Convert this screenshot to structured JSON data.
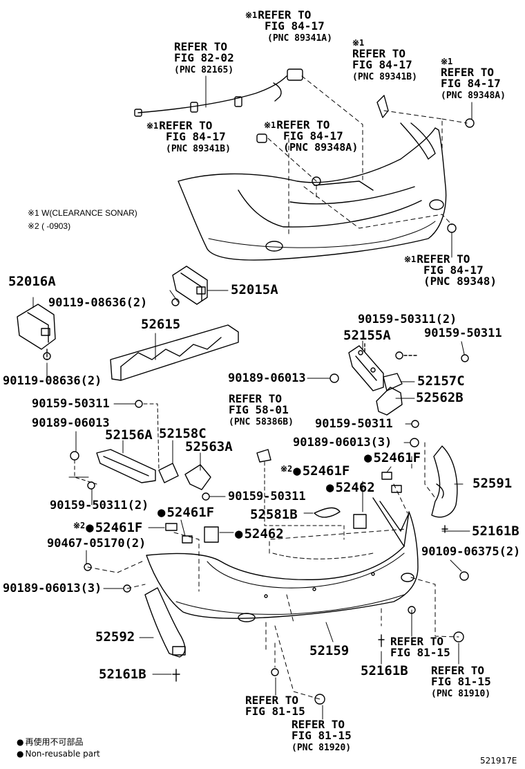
{
  "refs": {
    "r1": {
      "line1": "REFER TO",
      "line2": "FIG 84-17",
      "line3": "(PNC 89341A)"
    },
    "r2": {
      "line1": "REFER TO",
      "line2": "FIG 82-02",
      "line3": "(PNC 82165)"
    },
    "r3": {
      "line1": "REFER TO",
      "line2": "FIG 84-17",
      "line3": "(PNC 89341B)"
    },
    "r4": {
      "line1": "REFER TO",
      "line2": "FIG 84-17",
      "line3": "(PNC 89348A)"
    },
    "r5": {
      "line1": "REFER TO",
      "line2": "FIG 84-17",
      "line3": "(PNC 89341B)"
    },
    "r6": {
      "line1": "REFER TO",
      "line2": "FIG 84-17",
      "line3": "(PNC 89348A)"
    },
    "r7": {
      "line1": "REFER TO",
      "line2": "FIG 84-17",
      "line3": "(PNC 89348)"
    },
    "r8": {
      "line1": "REFER TO",
      "line2": "FIG 58-01",
      "line3": "(PNC 58386B)"
    },
    "r9": {
      "line1": "REFER TO",
      "line2": "FIG 81-15"
    },
    "r10": {
      "line1": "REFER TO",
      "line2": "FIG 81-15",
      "line3": "(PNC 81910)"
    },
    "r11": {
      "line1": "REFER TO",
      "line2": "FIG 81-15"
    },
    "r12": {
      "line1": "REFER TO",
      "line2": "FIG 81-15",
      "line3": "(PNC 81920)"
    }
  },
  "notes": {
    "n1": "※1 W(CLEARANCE SONAR)",
    "n2": "※2 (        -0903)"
  },
  "parts": {
    "p52016A": "52016A",
    "p52015A": "52015A",
    "p90119a": "90119-08636(2)",
    "p90119b": "90119-08636(2)",
    "p52615": "52615",
    "p90159a": "90159-50311(2)",
    "p90159b": "90159-50311",
    "p52155A": "52155A",
    "p90189a": "90189-06013",
    "p52157C": "52157C",
    "p52562B": "52562B",
    "p90159c": "90159-50311",
    "p90159d": "90159-50311",
    "p90189b": "90189-06013",
    "p90189c": "90189-06013(3)",
    "p52156A": "52156A",
    "p52158C": "52158C",
    "p52563A": "52563A",
    "p52461Fa": "52461F",
    "p52461Fb": "52461F",
    "p52591": "52591",
    "p52462a": "52462",
    "p90159e": "90159-50311(2)",
    "p90159f": "90159-50311",
    "p52581B": "52581B",
    "p52461Fc": "52461F",
    "p52461Fd": "52461F",
    "p52462b": "52462",
    "p52161Ba": "52161B",
    "p90467": "90467-05170(2)",
    "p90109": "90109-06375(2)",
    "p90189d": "90189-06013(3)",
    "p52592": "52592",
    "p52159": "52159",
    "p52161Bb": "52161B",
    "p52161Bc": "52161B"
  },
  "legend": {
    "jp": "再使用不可部品",
    "en": "Non-reusable part"
  },
  "figure_id": "521917E"
}
